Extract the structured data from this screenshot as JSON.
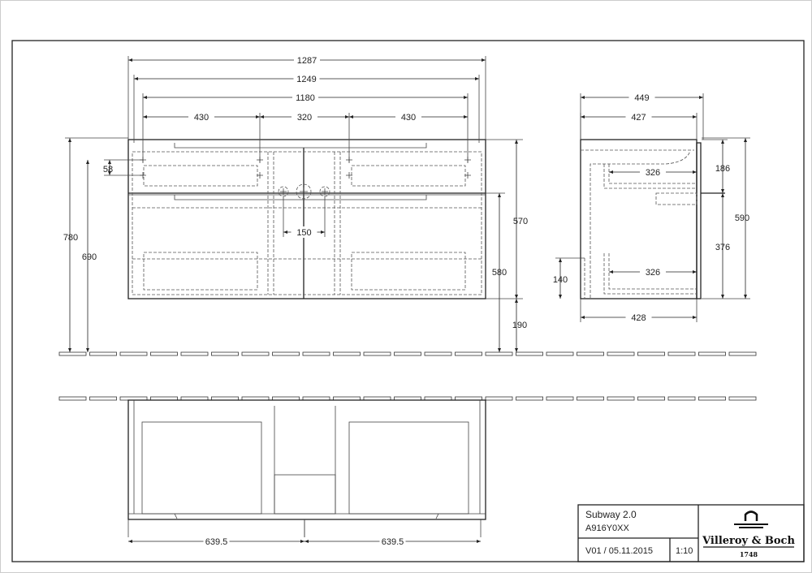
{
  "title_block": {
    "product": "Subway 2.0",
    "article": "A916Y0XX",
    "version_date": "V01 / 05.11.2015",
    "scale": "1:10",
    "brand": "Villeroy & Boch",
    "brand_year": "1748"
  },
  "front_view": {
    "overall_width": "1287",
    "body_width": "1249",
    "hole_span": "1180",
    "left_span": "430",
    "center_span": "320",
    "right_span": "430",
    "bracket_offset": "58",
    "tap_spacing": "150",
    "total_height": "780",
    "bracket_height": "690",
    "body_height": "570",
    "inner_height": "580",
    "floor_gap": "190"
  },
  "side_view": {
    "overall_depth": "449",
    "body_depth": "427",
    "bottom_depth": "428",
    "drawer_top_depth": "326",
    "drawer_bottom_depth": "326",
    "upper_height": "186",
    "lower_height": "376",
    "total_height": "590",
    "plinth_height": "140"
  },
  "plan_view": {
    "left_half": "639.5",
    "right_half": "639.5"
  }
}
